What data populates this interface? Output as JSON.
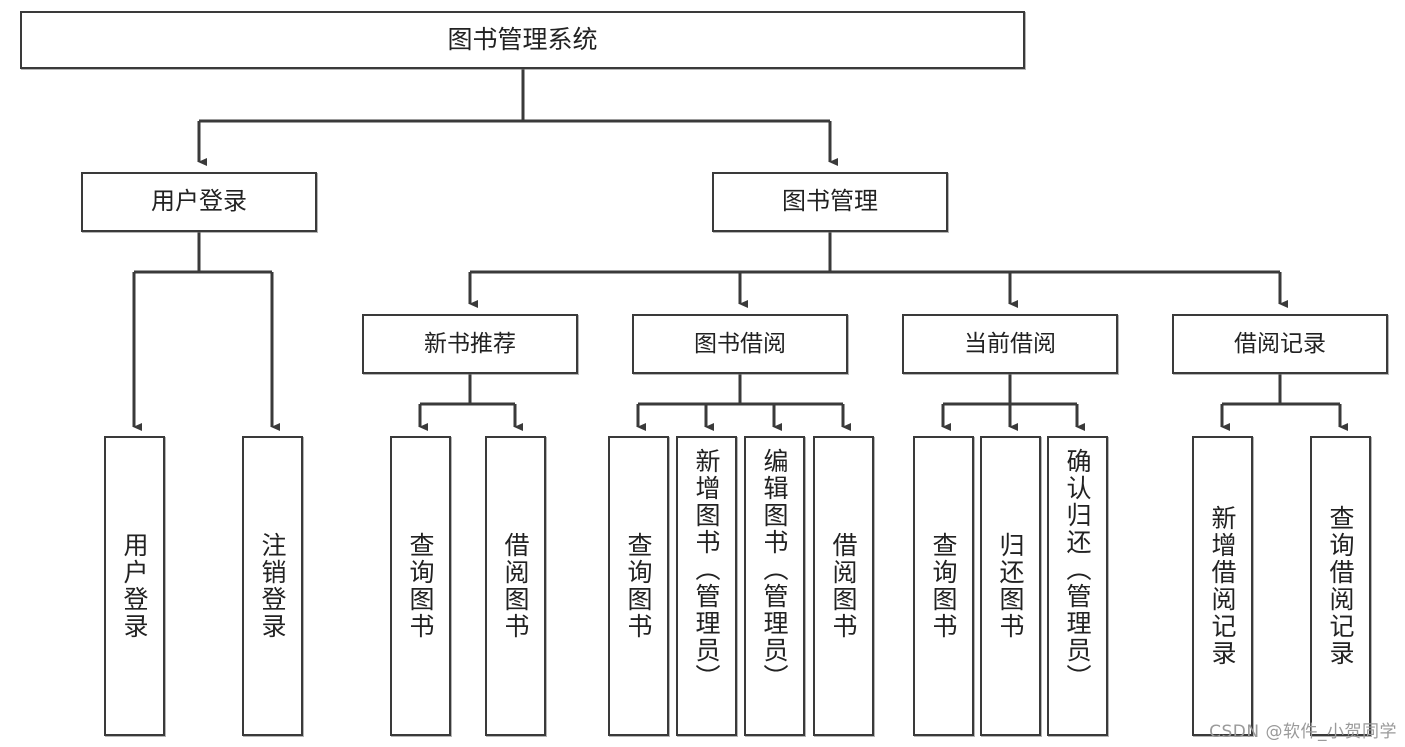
{
  "diagram": {
    "type": "tree-hierarchy",
    "root": {
      "label": "图书管理系统"
    },
    "level1": [
      {
        "label": "用户登录"
      },
      {
        "label": "图书管理"
      }
    ],
    "level2": [
      {
        "label": "新书推荐"
      },
      {
        "label": "图书借阅"
      },
      {
        "label": "当前借阅"
      },
      {
        "label": "借阅记录"
      }
    ],
    "leaves": {
      "user_login": [
        {
          "label": "用户登录"
        },
        {
          "label": "注销登录"
        }
      ],
      "new_book": [
        {
          "label": "查询图书"
        },
        {
          "label": "借阅图书"
        }
      ],
      "book_borrow": [
        {
          "label": "查询图书"
        },
        {
          "label": "新增图书（管理员）"
        },
        {
          "label": "编辑图书（管理员）"
        },
        {
          "label": "借阅图书"
        }
      ],
      "current_borrow": [
        {
          "label": "查询图书"
        },
        {
          "label": "归还图书"
        },
        {
          "label": "确认归还（管理员）"
        }
      ],
      "borrow_record": [
        {
          "label": "新增借阅记录"
        },
        {
          "label": "查询借阅记录"
        }
      ]
    }
  },
  "watermark": {
    "text": "CSDN @软件_小贺同学"
  },
  "colors": {
    "stroke": "#3a3a3a",
    "fill": "#ffffff",
    "text": "#222222",
    "watermark": "#9a9a9a"
  }
}
